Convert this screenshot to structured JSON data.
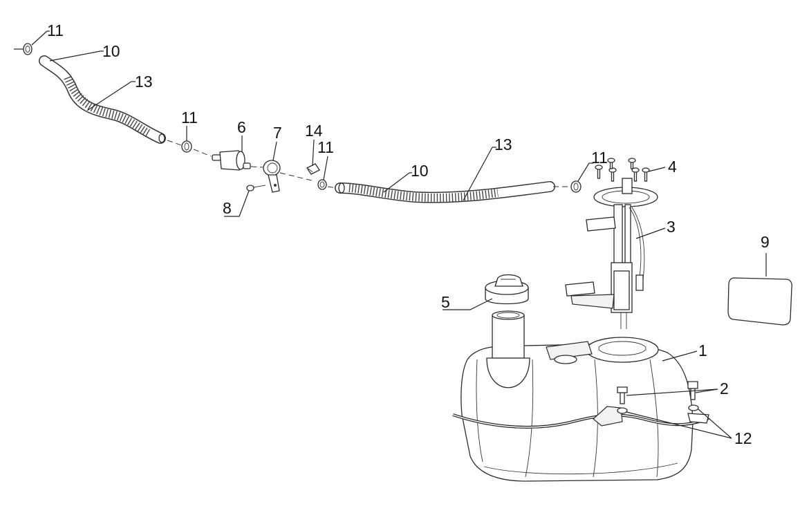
{
  "callouts": {
    "c1": "1",
    "c2": "2",
    "c3": "3",
    "c4": "4",
    "c5": "5",
    "c6": "6",
    "c7": "7",
    "c8": "8",
    "c9": "9",
    "c10a": "10",
    "c10b": "10",
    "c11a": "11",
    "c11b": "11",
    "c11c": "11",
    "c11d": "11",
    "c12": "12",
    "c13a": "13",
    "c13b": "13",
    "c14": "14"
  }
}
